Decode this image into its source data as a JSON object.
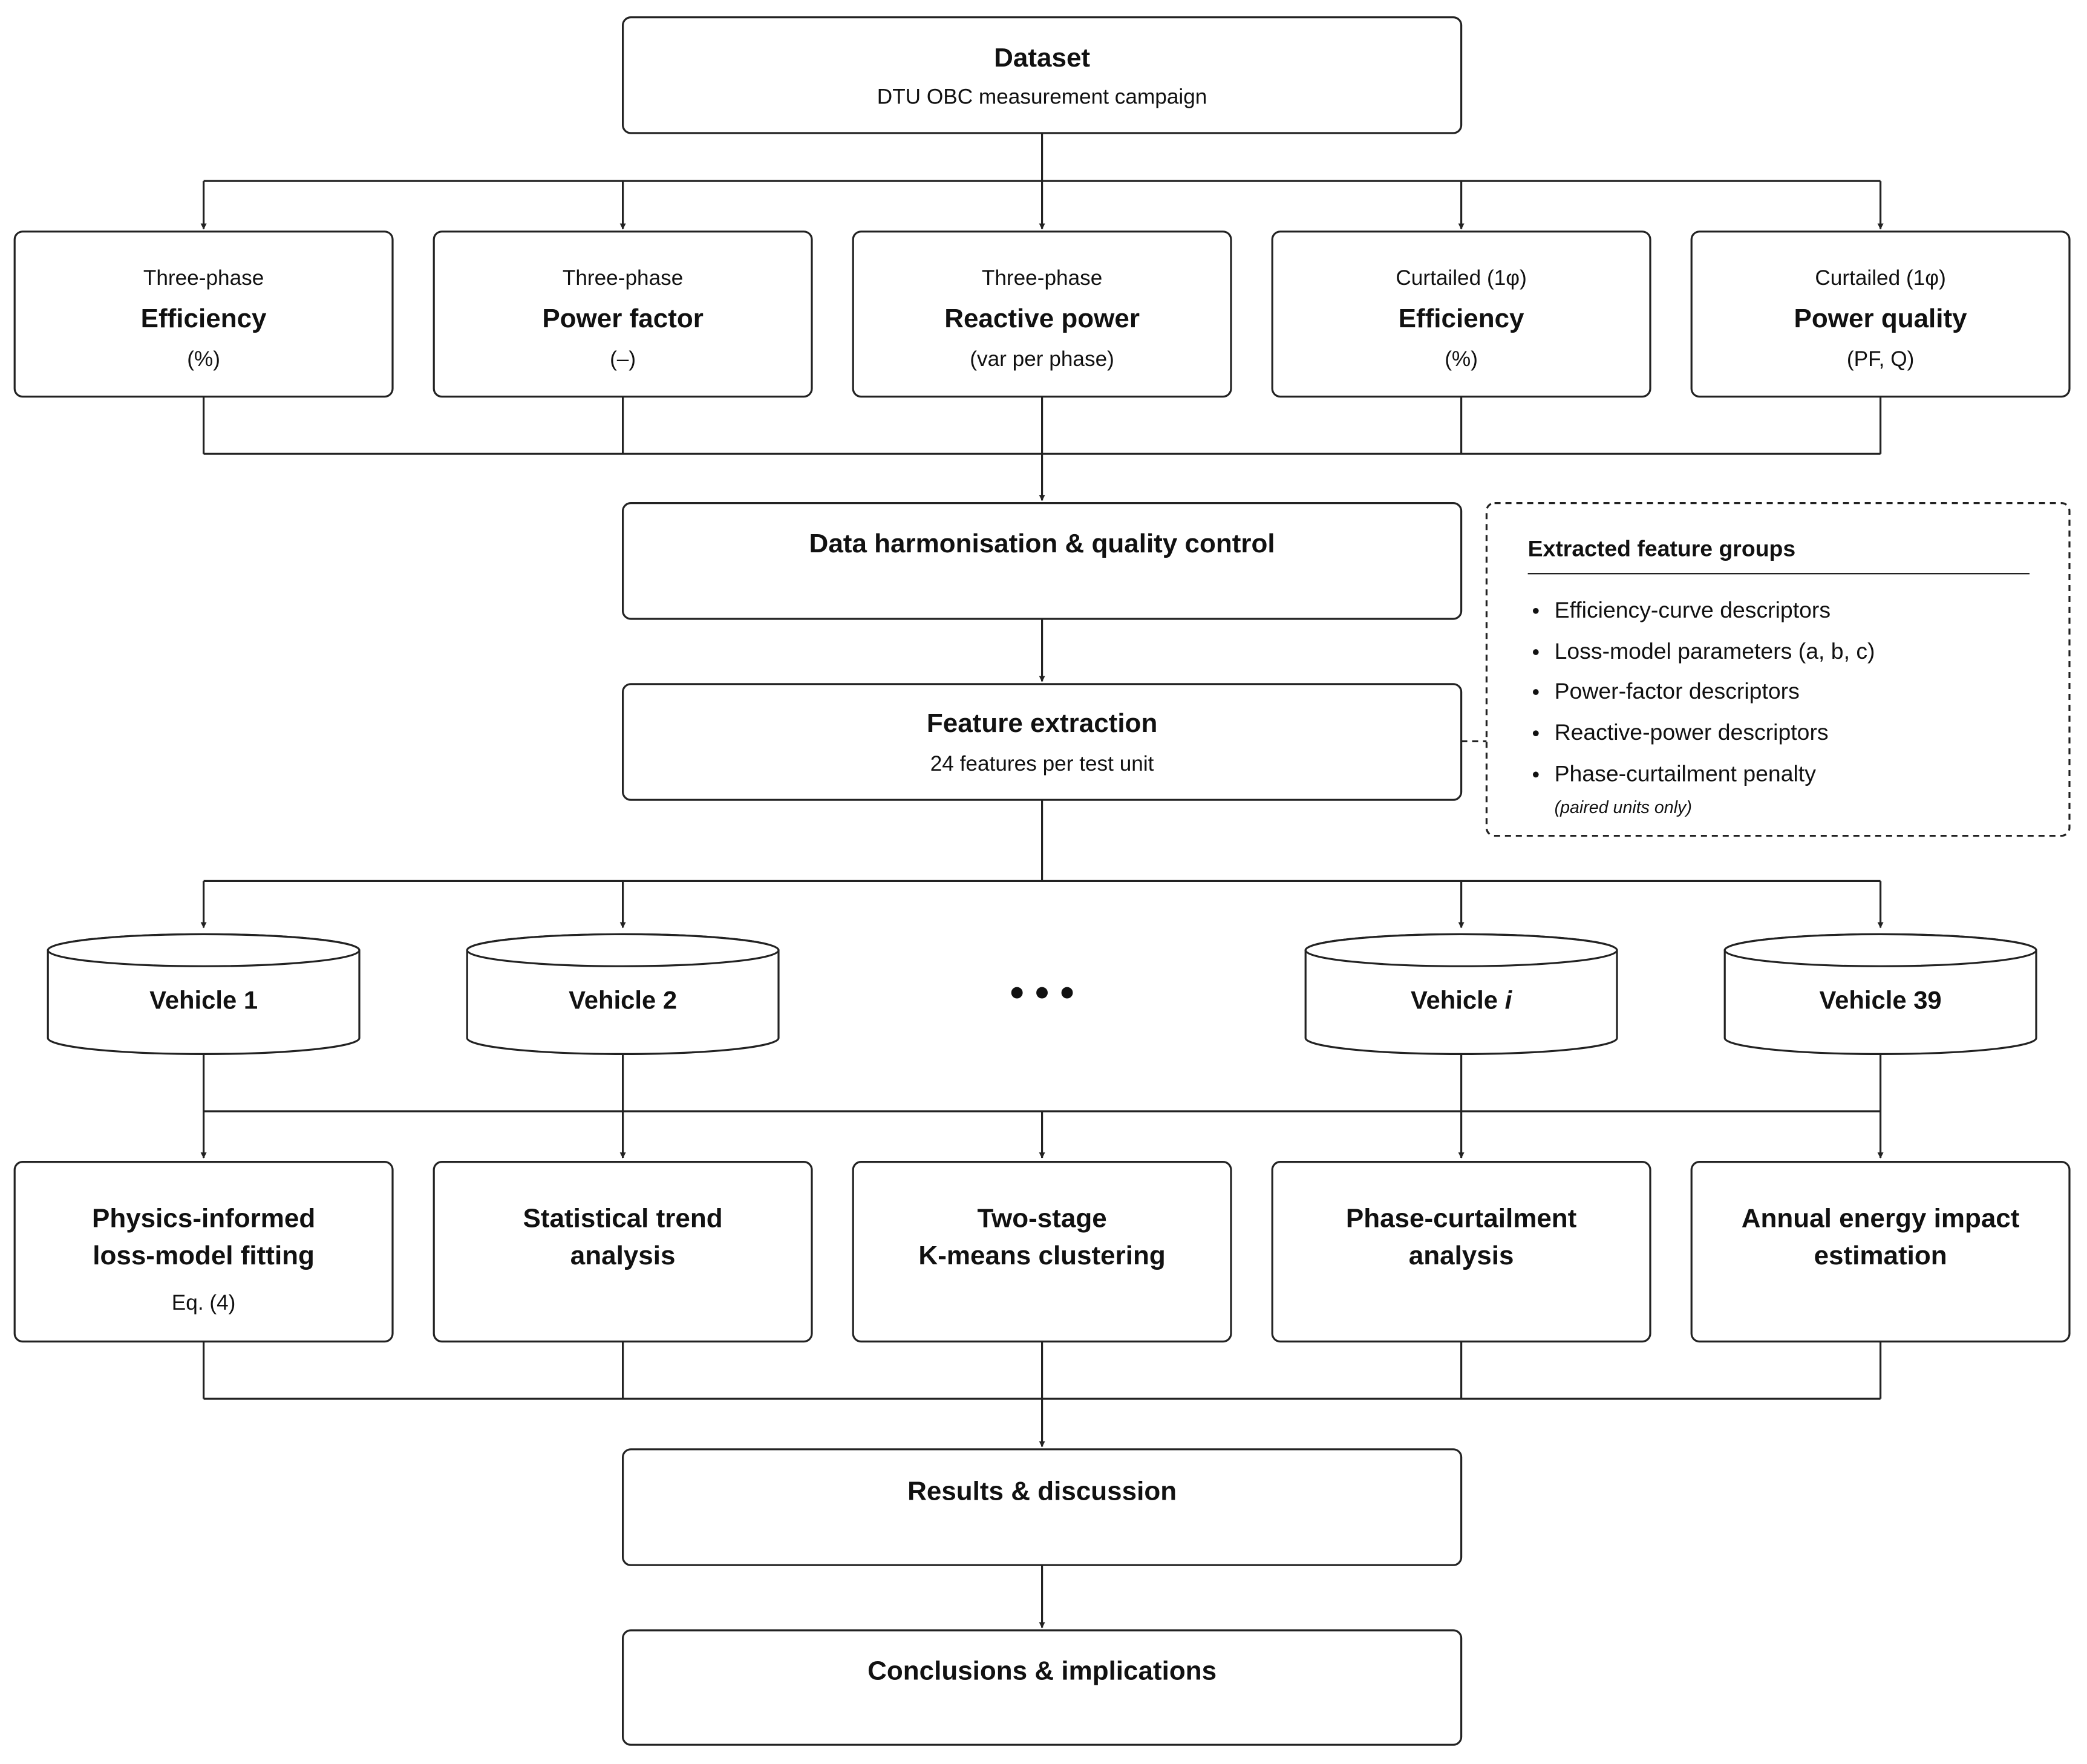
{
  "colors": {
    "stroke": "#222222",
    "background": "#ffffff",
    "text": "#111111"
  },
  "dataset": {
    "title": "Dataset",
    "subtitle": "DTU OBC measurement campaign"
  },
  "measurements": [
    {
      "category": "Three-phase",
      "title": "Efficiency",
      "unit": "(%)"
    },
    {
      "category": "Three-phase",
      "title": "Power factor",
      "unit": "(–)"
    },
    {
      "category": "Three-phase",
      "title": "Reactive power",
      "unit": "(var per phase)"
    },
    {
      "category": "Curtailed (1φ)",
      "title": "Efficiency",
      "unit": "(%)"
    },
    {
      "category": "Curtailed (1φ)",
      "title": "Power quality",
      "unit": "(PF, Q)"
    }
  ],
  "harmonisation": {
    "title": "Data harmonisation & quality control"
  },
  "features": {
    "title": "Feature extraction",
    "subtitle": "24 features per test unit"
  },
  "feature_groups": {
    "title": "Extracted feature groups",
    "items": [
      "Efficiency-curve descriptors",
      "Loss-model parameters (a, b, c)",
      "Power-factor descriptors",
      "Reactive-power descriptors",
      "Phase-curtailment penalty"
    ],
    "note": "(paired units only)"
  },
  "vehicles": [
    {
      "prefix": "Vehicle",
      "id": "1",
      "italic": false
    },
    {
      "prefix": "Vehicle",
      "id": "2",
      "italic": false
    },
    {
      "prefix": "Vehicle",
      "id": "i",
      "italic": true
    },
    {
      "prefix": "Vehicle",
      "id": "39",
      "italic": false
    }
  ],
  "ellipsis": "• • •",
  "analyses": [
    {
      "lines": [
        "Physics-informed",
        "loss-model fitting"
      ],
      "note": "Eq. (4)"
    },
    {
      "lines": [
        "Statistical trend",
        "analysis"
      ],
      "note": ""
    },
    {
      "lines": [
        "Two-stage",
        "K-means clustering"
      ],
      "note": ""
    },
    {
      "lines": [
        "Phase-curtailment",
        "analysis"
      ],
      "note": ""
    },
    {
      "lines": [
        "Annual energy impact",
        "estimation"
      ],
      "note": ""
    }
  ],
  "results": {
    "title": "Results & discussion"
  },
  "conclusions": {
    "title": "Conclusions & implications"
  }
}
